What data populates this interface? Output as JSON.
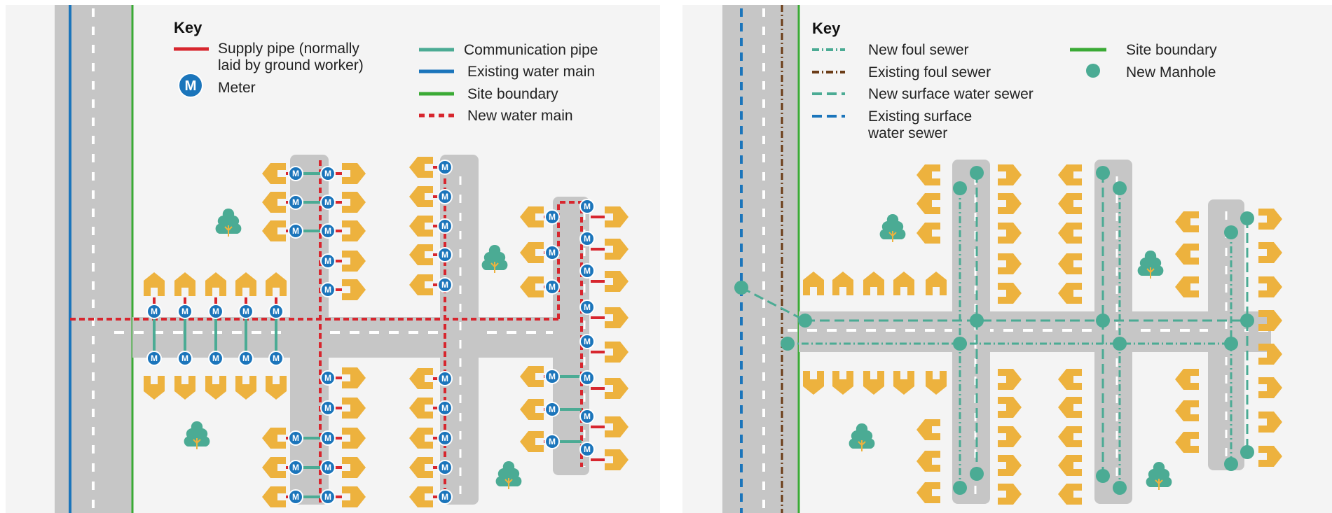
{
  "left_panel": {
    "key_title": "Key",
    "meter_symbol": "M",
    "legend": {
      "supply_pipe": "Supply pipe (normally\nlaid by ground worker)",
      "meter": "Meter",
      "communication_pipe": "Communication pipe",
      "existing_water_main": "Existing water main",
      "site_boundary": "Site boundary",
      "new_water_main": "New water main"
    }
  },
  "right_panel": {
    "key_title": "Key",
    "legend": {
      "new_foul_sewer": "New foul sewer",
      "existing_foul_sewer": "Existing foul sewer",
      "new_surface_water_sewer": "New surface water sewer",
      "existing_surface_water_sewer": "Existing surface\nwater sewer",
      "site_boundary": "Site boundary",
      "new_manhole": "New Manhole"
    }
  },
  "colors": {
    "supply_pipe": "#d7262e",
    "communication_pipe": "#4bab94",
    "existing_water_main": "#1b75bb",
    "site_boundary": "#3aaa35",
    "house": "#edb23e",
    "road": "#c6c6c6",
    "tree": "#4bab94",
    "existing_foul_sewer": "#6b3c17"
  }
}
